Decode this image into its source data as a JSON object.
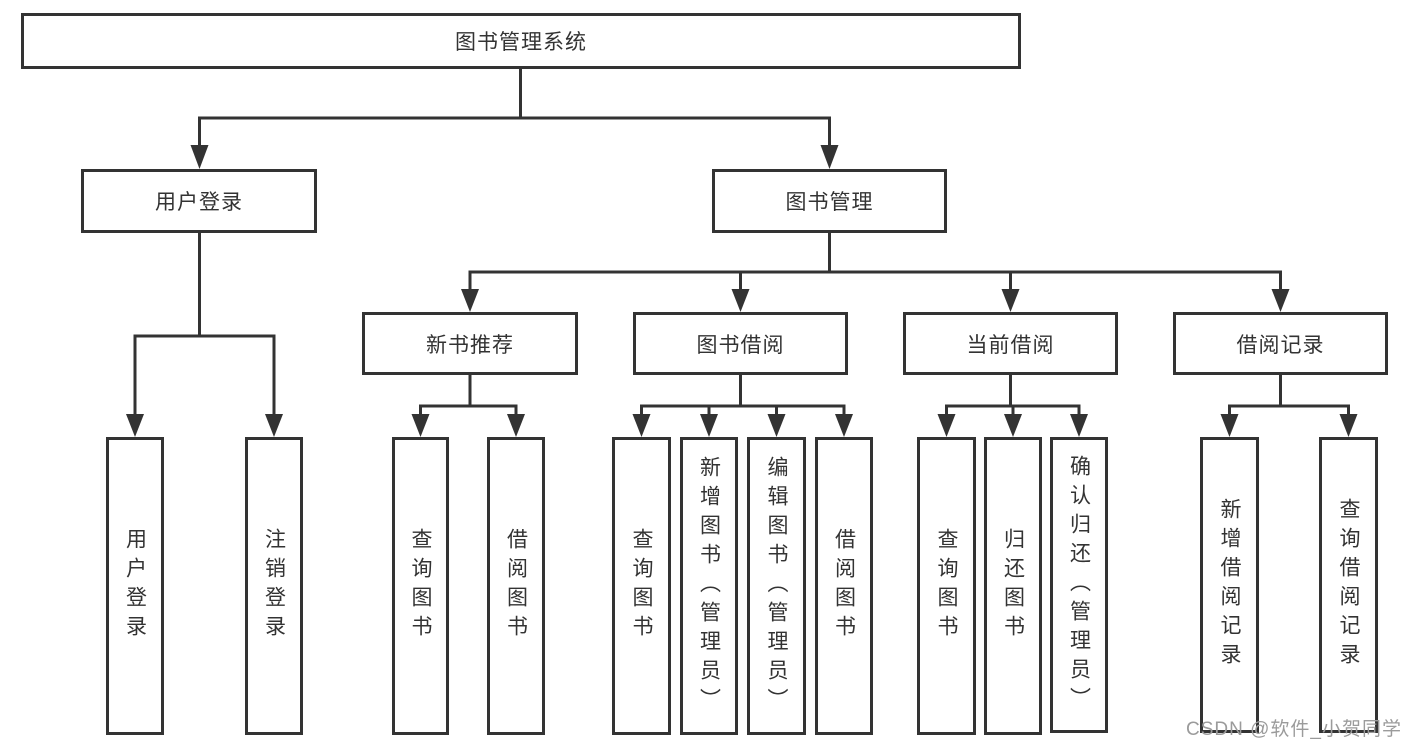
{
  "root": {
    "label": "图书管理系统"
  },
  "branches": [
    {
      "label": "用户登录",
      "children": [
        {
          "label": "用户登录"
        },
        {
          "label": "注销登录"
        }
      ]
    },
    {
      "label": "图书管理",
      "sections": [
        {
          "label": "新书推荐",
          "children": [
            {
              "label": "查询图书"
            },
            {
              "label": "借阅图书"
            }
          ]
        },
        {
          "label": "图书借阅",
          "children": [
            {
              "label": "查询图书"
            },
            {
              "label": "新增图书（管理员）"
            },
            {
              "label": "编辑图书（管理员）"
            },
            {
              "label": "借阅图书"
            }
          ]
        },
        {
          "label": "当前借阅",
          "children": [
            {
              "label": "查询图书"
            },
            {
              "label": "归还图书"
            },
            {
              "label": "确认归还（管理员）"
            }
          ]
        },
        {
          "label": "借阅记录",
          "children": [
            {
              "label": "新增借阅记录"
            },
            {
              "label": "查询借阅记录"
            }
          ]
        }
      ]
    }
  ],
  "watermark": {
    "text": "CSDN @软件_小贺同学"
  },
  "colors": {
    "line": "#333333",
    "text": "#333333",
    "watermark_text": "#9b9b9b",
    "background": "#ffffff"
  }
}
